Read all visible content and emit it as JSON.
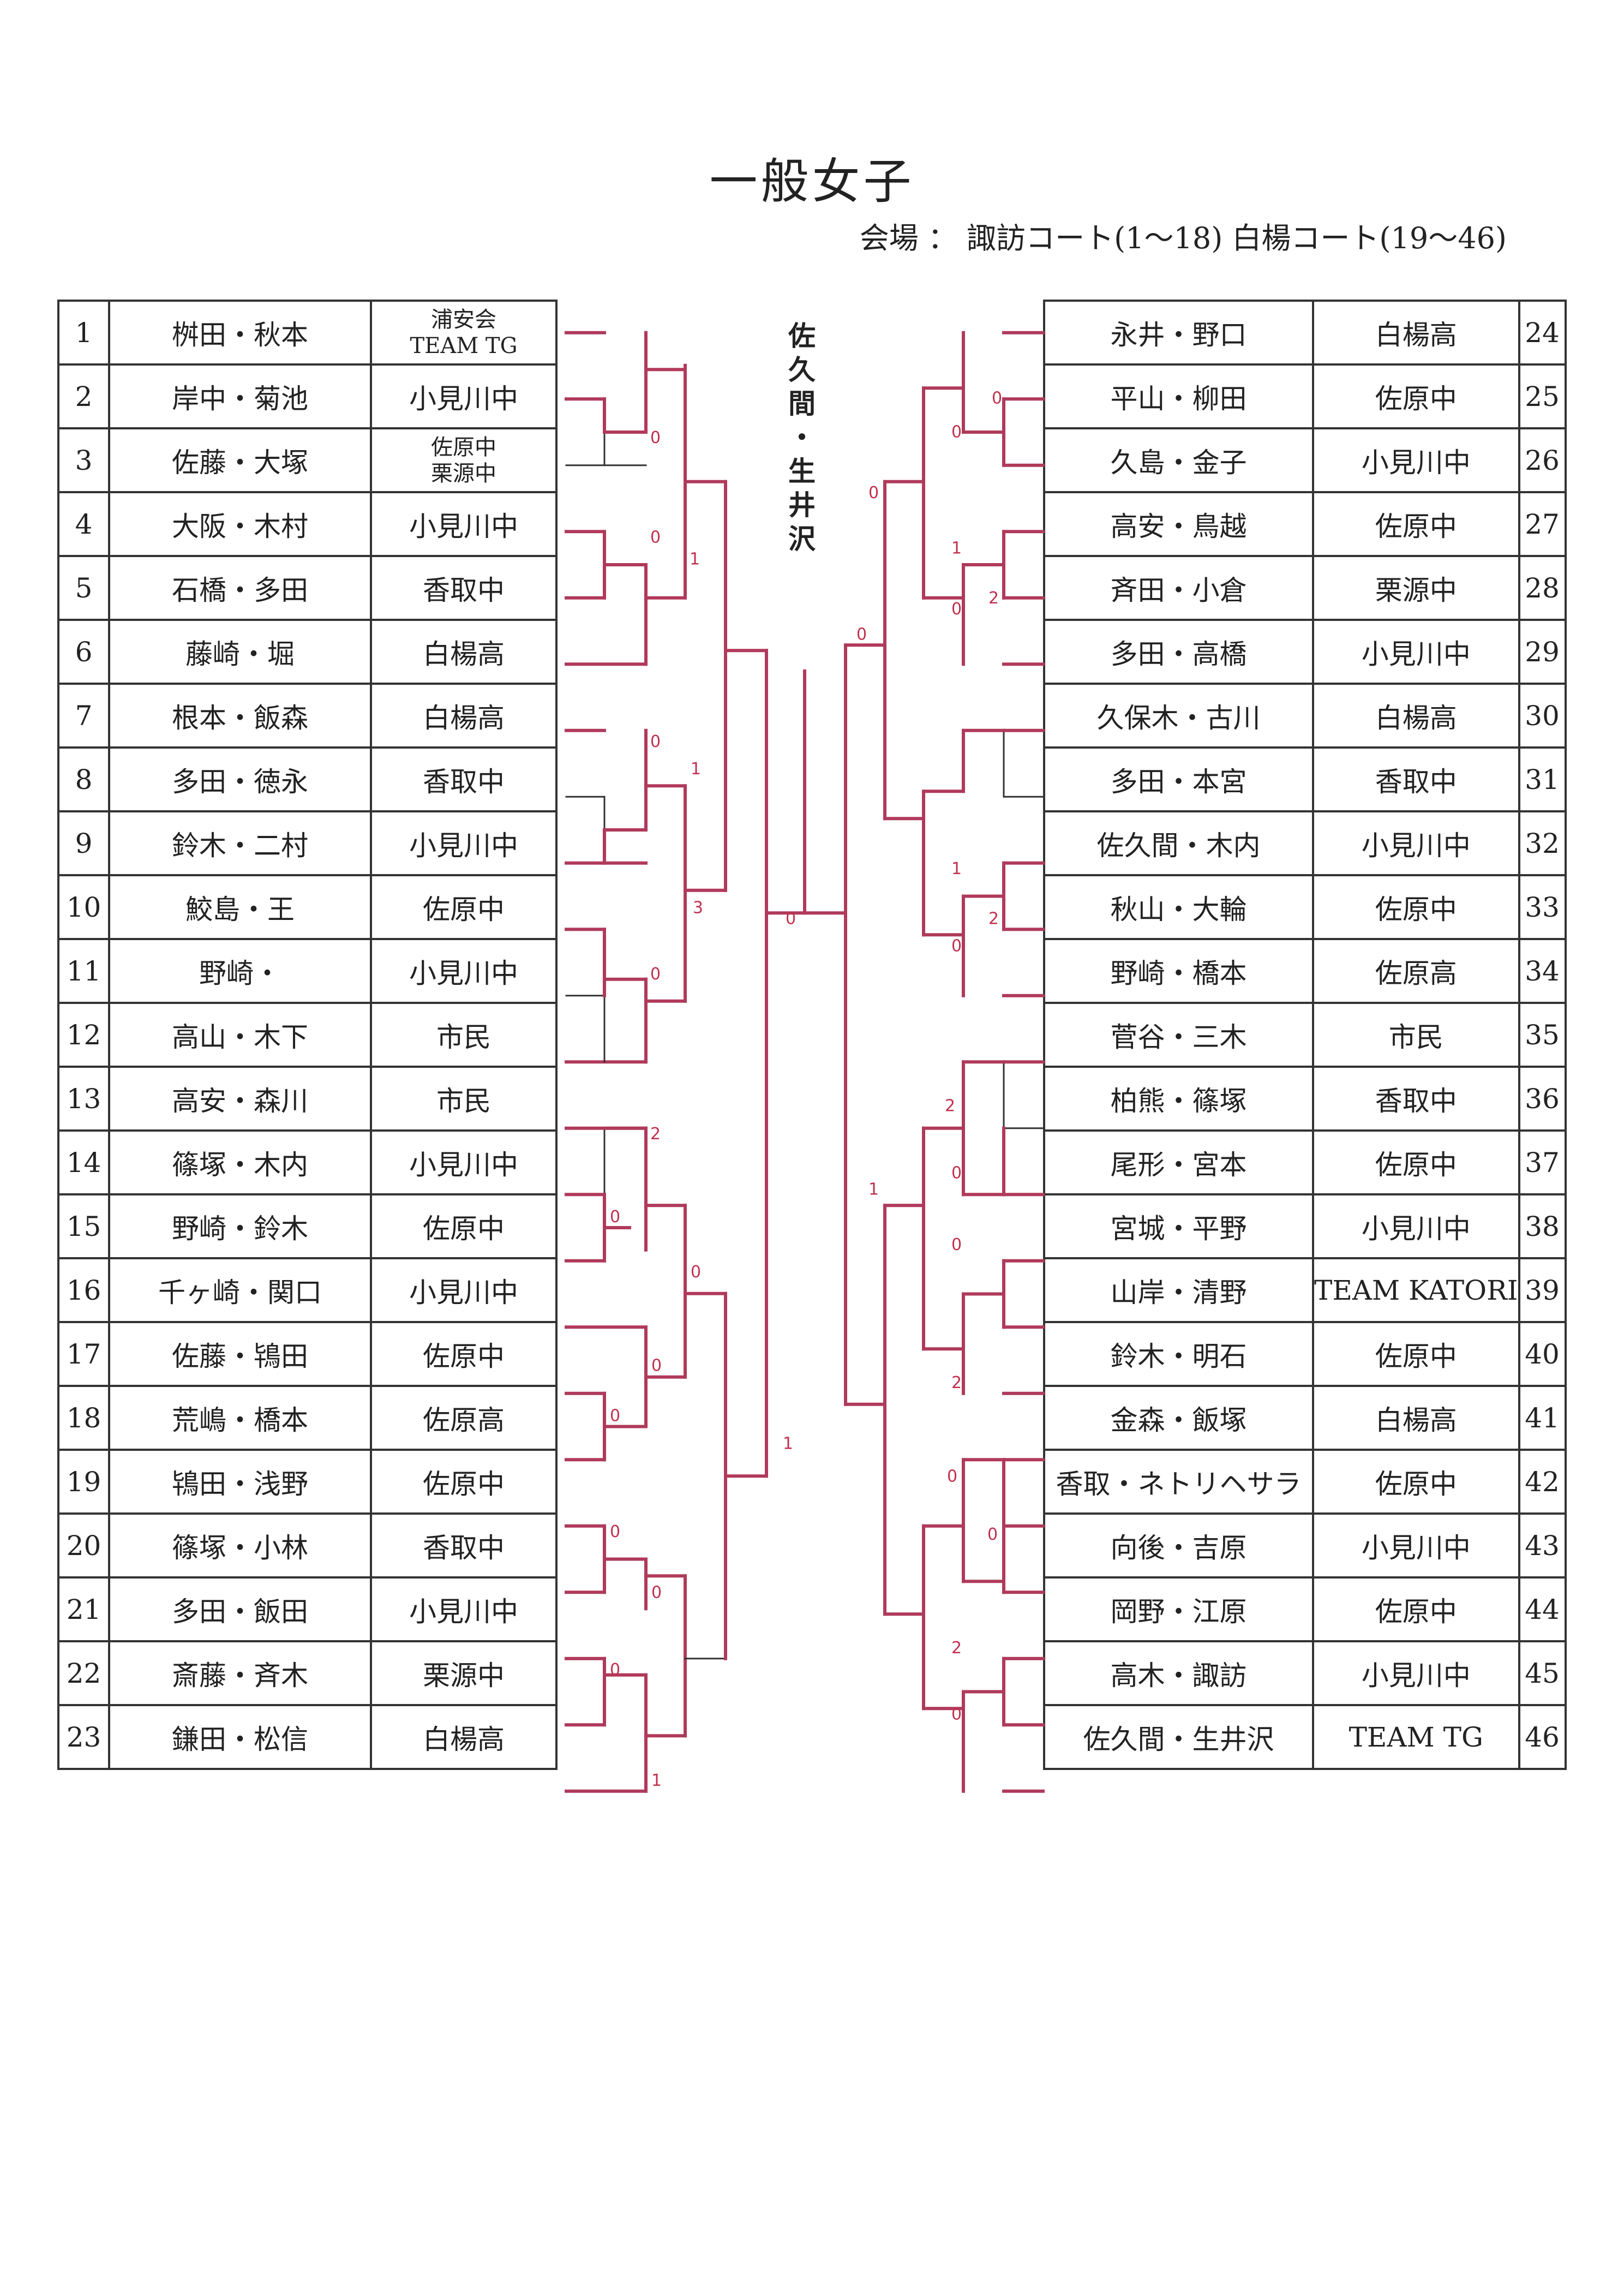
{
  "title": "一般女子",
  "venue": "会場 ： 諏訪コート(1〜18) 白楊コート(19〜46)",
  "champion": "佐久間・生井沢",
  "left_entries": [
    {
      "no": "1",
      "names": "桝田・秋本",
      "team": "浦安会",
      "team2": "TEAM TG",
      "withdrawn": false
    },
    {
      "no": "2",
      "names": "岸中・菊池",
      "team": "小見川中",
      "withdrawn": false
    },
    {
      "no": "3",
      "names": "佐藤・大塚",
      "team": "佐原中",
      "team2": "栗源中",
      "withdrawn": true
    },
    {
      "no": "4",
      "names": "大阪・木村",
      "team": "小見川中",
      "withdrawn": false
    },
    {
      "no": "5",
      "names": "石橋・多田",
      "team": "香取中",
      "withdrawn": false
    },
    {
      "no": "6",
      "names": "藤崎・堀",
      "team": "白楊高",
      "withdrawn": false
    },
    {
      "no": "7",
      "names": "根本・飯森",
      "team": "白楊高",
      "withdrawn": false
    },
    {
      "no": "8",
      "names": "多田・徳永",
      "team": "香取中",
      "withdrawn": true
    },
    {
      "no": "9",
      "names": "鈴木・二村",
      "team": "小見川中",
      "withdrawn": false
    },
    {
      "no": "10",
      "names": "鮫島・王",
      "team": "佐原中",
      "withdrawn": false
    },
    {
      "no": "11",
      "names": "野崎・",
      "team": "小見川中",
      "withdrawn": true
    },
    {
      "no": "12",
      "names": "高山・木下",
      "team": "市民",
      "withdrawn": false
    },
    {
      "no": "13",
      "names": "高安・森川",
      "team": "市民",
      "withdrawn": false
    },
    {
      "no": "14",
      "names": "篠塚・木内",
      "team": "小見川中",
      "withdrawn": false
    },
    {
      "no": "15",
      "names": "野崎・鈴木",
      "team": "佐原中",
      "withdrawn": false
    },
    {
      "no": "16",
      "names": "千ヶ崎・関口",
      "team": "小見川中",
      "withdrawn": false
    },
    {
      "no": "17",
      "names": "佐藤・鴇田",
      "team": "佐原中",
      "withdrawn": false
    },
    {
      "no": "18",
      "names": "荒嶋・橋本",
      "team": "佐原高",
      "withdrawn": false
    },
    {
      "no": "19",
      "names": "鴇田・浅野",
      "team": "佐原中",
      "withdrawn": false
    },
    {
      "no": "20",
      "names": "篠塚・小林",
      "team": "香取中",
      "withdrawn": false
    },
    {
      "no": "21",
      "names": "多田・飯田",
      "team": "小見川中",
      "withdrawn": false
    },
    {
      "no": "22",
      "names": "斎藤・斉木",
      "team": "栗源中",
      "withdrawn": false
    },
    {
      "no": "23",
      "names": "鎌田・松信",
      "team": "白楊高",
      "withdrawn": false
    }
  ],
  "right_entries": [
    {
      "no": "24",
      "names": "永井・野口",
      "team": "白楊高",
      "withdrawn": false
    },
    {
      "no": "25",
      "names": "平山・柳田",
      "team": "佐原中",
      "withdrawn": false
    },
    {
      "no": "26",
      "names": "久島・金子",
      "team": "小見川中",
      "withdrawn": false
    },
    {
      "no": "27",
      "names": "高安・鳥越",
      "team": "佐原中",
      "withdrawn": false
    },
    {
      "no": "28",
      "names": "斉田・小倉",
      "team": "栗源中",
      "withdrawn": false
    },
    {
      "no": "29",
      "names": "多田・高橋",
      "team": "小見川中",
      "withdrawn": false
    },
    {
      "no": "30",
      "names": "久保木・古川",
      "team": "白楊高",
      "withdrawn": false
    },
    {
      "no": "31",
      "names": "多田・本宮",
      "team": "香取中",
      "withdrawn": true
    },
    {
      "no": "32",
      "names": "佐久間・木内",
      "team": "小見川中",
      "withdrawn": false
    },
    {
      "no": "33",
      "names": "秋山・大輪",
      "team": "佐原中",
      "withdrawn": false
    },
    {
      "no": "34",
      "names": "野崎・橋本",
      "team": "佐原高",
      "withdrawn": false
    },
    {
      "no": "35",
      "names": "菅谷・三木",
      "team": "市民",
      "withdrawn": false
    },
    {
      "no": "36",
      "names": "柏熊・篠塚",
      "team": "香取中",
      "withdrawn": true
    },
    {
      "no": "37",
      "names": "尾形・宮本",
      "team": "佐原中",
      "withdrawn": false
    },
    {
      "no": "38",
      "names": "宮城・平野",
      "team": "小見川中",
      "withdrawn": false
    },
    {
      "no": "39",
      "names": "山岸・清野",
      "team": "TEAM KATORI",
      "withdrawn": false
    },
    {
      "no": "40",
      "names": "鈴木・明石",
      "team": "佐原中",
      "withdrawn": false
    },
    {
      "no": "41",
      "names": "金森・飯塚",
      "team": "白楊高",
      "withdrawn": false
    },
    {
      "no": "42",
      "names": "香取・ネトリヘサラ",
      "team": "佐原中",
      "withdrawn": false
    },
    {
      "no": "43",
      "names": "向後・吉原",
      "team": "小見川中",
      "withdrawn": false
    },
    {
      "no": "44",
      "names": "岡野・江原",
      "team": "佐原中",
      "withdrawn": false
    },
    {
      "no": "45",
      "names": "高木・諏訪",
      "team": "小見川中",
      "withdrawn": false
    },
    {
      "no": "46",
      "names": "佐久間・生井沢",
      "team": "TEAM TG",
      "withdrawn": false
    }
  ],
  "scores": {
    "L_2_3": "0",
    "L_4_5": "0",
    "L_r3_4_6": "1",
    "L_8_9": "0",
    "L_r3_7_9": "1",
    "L_11_12": "0",
    "L_r4_1_12": "3",
    "L_13": "2",
    "L_14_15": "0",
    "L_r3_13_15": "0",
    "L_17_18": "0",
    "L_r3_16_18": "0",
    "L_19_20": "0",
    "L_r3_19_20": "0",
    "L_21_22": "0",
    "L_23": "1",
    "L_semi_bottom": "1",
    "L_final": "0",
    "R_24": "0",
    "R_25_26": "0",
    "R_27_28_a": "1",
    "R_27_28_b": "2",
    "R_29": "0",
    "R_r4_24_29": "0",
    "R_final": "0",
    "R_32_33_a": "1",
    "R_32_33_b": "2",
    "R_34": "0",
    "R_35_36": "2",
    "R_37": "0",
    "R_r4_35_40": "1",
    "R_38_39": "0",
    "R_40": "2",
    "R_41": "0",
    "R_42_43": "0",
    "R_44_45": "2",
    "R_46": "0"
  },
  "colors": {
    "ink": "#333333",
    "winner_line": "#b03a5b",
    "mark": "#c0304e"
  }
}
